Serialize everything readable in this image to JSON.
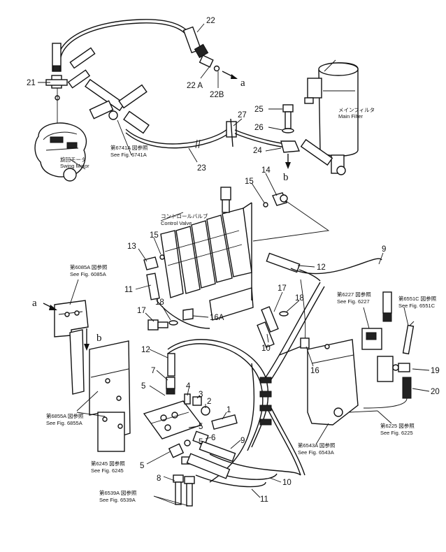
{
  "labels": {
    "n1": "1",
    "n2": "2",
    "n3": "3",
    "n4": "4",
    "n5a": "5",
    "n5b": "5",
    "n5c": "5",
    "n5d": "5",
    "n6": "6",
    "n7": "7",
    "n8": "8",
    "n9a": "9",
    "n9b": "9",
    "n10a": "10",
    "n10b": "10",
    "n11a": "11",
    "n11b": "11",
    "n12a": "12",
    "n12b": "12",
    "n13": "13",
    "n14": "14",
    "n15a": "15",
    "n15b": "15",
    "n16": "16",
    "n16a": "16A",
    "n17a": "17",
    "n17b": "17",
    "n18a": "18",
    "n18b": "18",
    "n19": "19",
    "n20": "20",
    "n21": "21",
    "n22": "22",
    "n22a": "22 A",
    "n22b": "22B",
    "n23": "23",
    "n24": "24",
    "n25": "25",
    "n26": "26",
    "n27": "27"
  },
  "arrows": {
    "a_top": "a",
    "b_top": "b",
    "a_left": "a",
    "b_left": "b"
  },
  "refs": {
    "swing_motor_jp": "旋回モータ",
    "swing_motor_en": "Swing Motor",
    "fig6741a_jp": "第6741A 図参照",
    "fig6741a_en": "See Fig. 6741A",
    "main_filter_jp": "メインフィルタ",
    "main_filter_en": "Main Filter",
    "control_valve_jp": "コントロールバルブ",
    "control_valve_en": "Control Valve",
    "fig6085a_jp": "第6085A 図参照",
    "fig6085a_en": "See Fig. 6085A",
    "fig6227_jp": "第6227 図参照",
    "fig6227_en": "See Fig. 6227",
    "fig6551c_jp": "第6551C 図参照",
    "fig6551c_en": "See Fig. 6551C",
    "fig6855a_jp": "第6855A 図参照",
    "fig6855a_en": "See Fig. 6855A",
    "fig6245_jp": "第6245 図参照",
    "fig6245_en": "See Fig. 6245",
    "fig6225_jp": "第6225 図参照",
    "fig6225_en": "See Fig. 6225",
    "fig6543a_jp": "第6543A 図参照",
    "fig6543a_en": "See Fig. 6543A",
    "fig6539a_jp": "第6539A 図参照",
    "fig6539a_en": "See Fig. 6539A"
  }
}
